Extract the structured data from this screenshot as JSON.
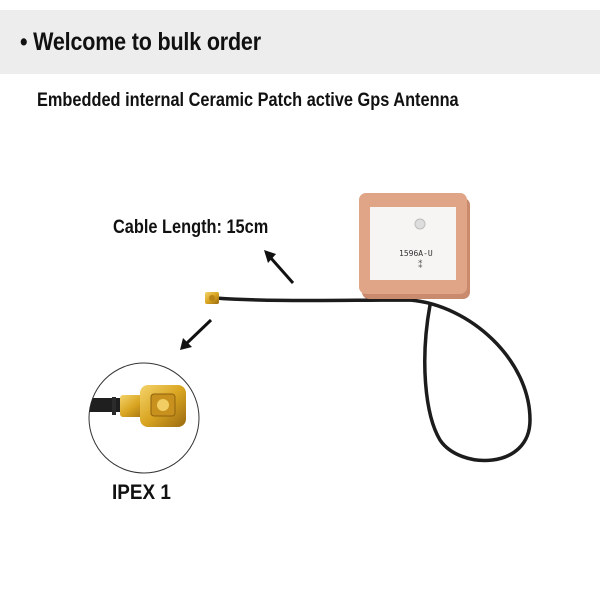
{
  "banner": {
    "text": "• Welcome to bulk order"
  },
  "product": {
    "title": "Embedded internal Ceramic Patch active Gps Antenna"
  },
  "annotations": {
    "cable_length": "Cable Length: 15cm",
    "connector": "IPEX 1"
  },
  "antenna": {
    "marking": "1596A-U"
  },
  "colors": {
    "banner_bg": "#ededed",
    "ceramic": "#e0a587",
    "patch": "#f7f5f4",
    "cable": "#1c1c1c",
    "gold": "#d9a521"
  }
}
